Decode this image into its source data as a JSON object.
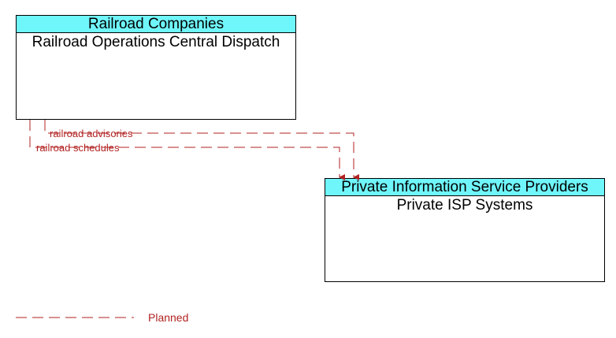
{
  "source_node": {
    "header": "Railroad Companies",
    "name": "Railroad Operations Central Dispatch"
  },
  "target_node": {
    "header": "Private Information Service Providers",
    "name": "Private ISP Systems"
  },
  "flows": [
    {
      "label": "railroad advisories",
      "status": "Planned"
    },
    {
      "label": "railroad schedules",
      "status": "Planned"
    }
  ],
  "legend": {
    "planned_label": "Planned",
    "planned_color": "#b22222"
  },
  "colors": {
    "header_fill": "#6ff6fb",
    "flow_line": "#b22222"
  }
}
